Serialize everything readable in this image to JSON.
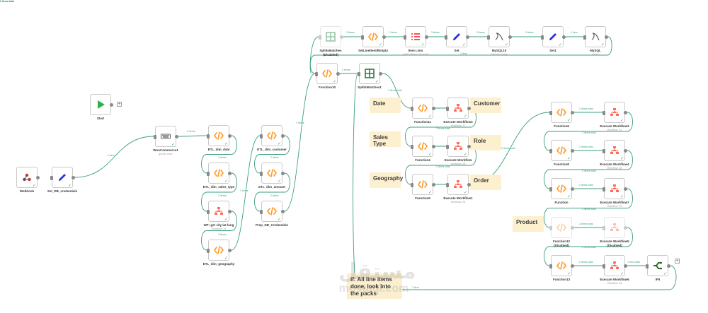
{
  "colors": {
    "accent": "#ff6d5a",
    "edge": "#3aa07a",
    "sticky": "#fdf0cf",
    "wire": "#9e9e9e"
  },
  "stickies": [
    {
      "id": "date",
      "text": "Date"
    },
    {
      "id": "customer",
      "text": "Customer"
    },
    {
      "id": "sales_type",
      "text": "Sales Type"
    },
    {
      "id": "role",
      "text": "Role"
    },
    {
      "id": "geography",
      "text": "Geography"
    },
    {
      "id": "order",
      "text": "Order"
    },
    {
      "id": "product",
      "text": "Product"
    },
    {
      "id": "note",
      "text": "if: All line items done, look into the packs"
    }
  ],
  "nodes": [
    {
      "id": "start",
      "label": "Start",
      "icon": "play-icon"
    },
    {
      "id": "webhook",
      "label": "Webhook",
      "icon": "webhook-icon"
    },
    {
      "id": "set_db",
      "label": "Set_DB_credentials",
      "icon": "pen-icon"
    },
    {
      "id": "woocommerce",
      "label": "WooCommerce1",
      "sub": "getAll: order",
      "icon": "woo-icon"
    },
    {
      "id": "etl_date",
      "label": "ETL_dim_date",
      "icon": "code-icon"
    },
    {
      "id": "etl_sales_type",
      "label": "ETL_dim_sales_type",
      "icon": "code-icon"
    },
    {
      "id": "wf_latlong",
      "label": "WF: get city lat long",
      "sub": "Workflow: 32",
      "icon": "workflow-icon"
    },
    {
      "id": "etl_geo",
      "label": "ETL_dim_geography",
      "icon": "code-icon"
    },
    {
      "id": "etl_customer",
      "label": "ETL_dim_customer",
      "icon": "code-icon"
    },
    {
      "id": "etl_amount",
      "label": "ETL_dim_amount",
      "icon": "code-icon"
    },
    {
      "id": "prep_db",
      "label": "Prep_DB_Credentials",
      "icon": "code-icon"
    },
    {
      "id": "split_disabled",
      "label": "SplitInBatches",
      "sub2": "(Disabled)",
      "icon": "grid-icon",
      "disabled": true
    },
    {
      "id": "set_line_empty",
      "label": "SetLineItemIfEmpty",
      "icon": "code-icon"
    },
    {
      "id": "item_lists",
      "label": "Item Lists",
      "sub": "splitOutItems: items.list",
      "icon": "list-icon"
    },
    {
      "id": "set",
      "label": "Set",
      "icon": "pen-icon"
    },
    {
      "id": "mysql10",
      "label": "MySQL10",
      "sub": "Execute Query",
      "icon": "mysql-icon"
    },
    {
      "id": "set1",
      "label": "Set1",
      "icon": "pen-icon"
    },
    {
      "id": "mysql",
      "label": "MySQL",
      "sub": "Insert",
      "icon": "mysql-icon"
    },
    {
      "id": "function10",
      "label": "Function10",
      "icon": "code-icon"
    },
    {
      "id": "split1",
      "label": "SplitInBatches1",
      "icon": "grid-icon"
    },
    {
      "id": "function11",
      "label": "Function11",
      "icon": "code-icon"
    },
    {
      "id": "exec_wf3",
      "label": "Execute Workflow3",
      "sub": "Workflow: 27",
      "icon": "workflow-icon"
    },
    {
      "id": "function4",
      "label": "Function4",
      "icon": "code-icon"
    },
    {
      "id": "exec_wf",
      "label": "Execute Workflow",
      "sub": "Workflow: 25",
      "icon": "workflow-icon"
    },
    {
      "id": "function5",
      "label": "Function5",
      "icon": "code-icon"
    },
    {
      "id": "exec_wf1",
      "label": "Execute Workflow1",
      "sub": "Workflow: 26",
      "icon": "workflow-icon"
    },
    {
      "id": "function6",
      "label": "Function6",
      "icon": "code-icon"
    },
    {
      "id": "exec_wf2",
      "label": "Execute Workflow2",
      "sub": "Workflow: 31",
      "icon": "workflow-icon"
    },
    {
      "id": "function8",
      "label": "Function8",
      "icon": "code-icon"
    },
    {
      "id": "exec_wf4",
      "label": "Execute Workflow4",
      "sub": "Workflow: 28",
      "icon": "workflow-icon"
    },
    {
      "id": "function",
      "label": "Function",
      "icon": "code-icon"
    },
    {
      "id": "exec_wf7",
      "label": "Execute Workflow7",
      "sub": "Workflow: 33",
      "icon": "workflow-icon"
    },
    {
      "id": "function12",
      "label": "Function12",
      "sub2": "(Disabled)",
      "icon": "code-icon",
      "disabled": true
    },
    {
      "id": "exec_wf5",
      "label": "Execute Workflow5",
      "sub2": "(Disabled)",
      "icon": "workflow-icon",
      "disabled": true
    },
    {
      "id": "function13",
      "label": "Function13",
      "icon": "code-icon"
    },
    {
      "id": "exec_wf6",
      "label": "Execute Workflow6",
      "sub": "Workflow: 36",
      "icon": "workflow-icon"
    },
    {
      "id": "if5",
      "label": "IF5",
      "icon": "if-icon"
    }
  ],
  "edge_labels": {
    "e1": "1 item",
    "e2": "2 items",
    "e3": "2 items",
    "e4": "2 items",
    "e5": "2 items",
    "e6": "2 items",
    "e7": "2 items",
    "e8": "2 items",
    "e9": "2 items",
    "e10": "2 items",
    "e11": "2 items",
    "e12": "3 items",
    "e13": "3 items",
    "e14": "3 items",
    "e15": "1 item",
    "e16": "1 item",
    "e17": "1 item",
    "e18": "2 items",
    "e19": "2 items total",
    "e20": "2 items total",
    "e21": "2 items total",
    "e22": "2 items total",
    "e23": "2 items total",
    "e24": "2 items total",
    "e25": "2 items total",
    "e26": "2 items total",
    "e27": "2 items total",
    "e28": "2 items total",
    "e29": "2 items total",
    "e30": "2 items total",
    "e31": "2 items total",
    "e32": "2 items total",
    "e33": "2 items total",
    "e34": "2 items total",
    "e35": "2 items total",
    "e36": "2 items total",
    "e37": "1 item total",
    "e38": "1 item"
  },
  "watermark": {
    "arabic": "مستقل",
    "latin": "mostaql.com"
  }
}
